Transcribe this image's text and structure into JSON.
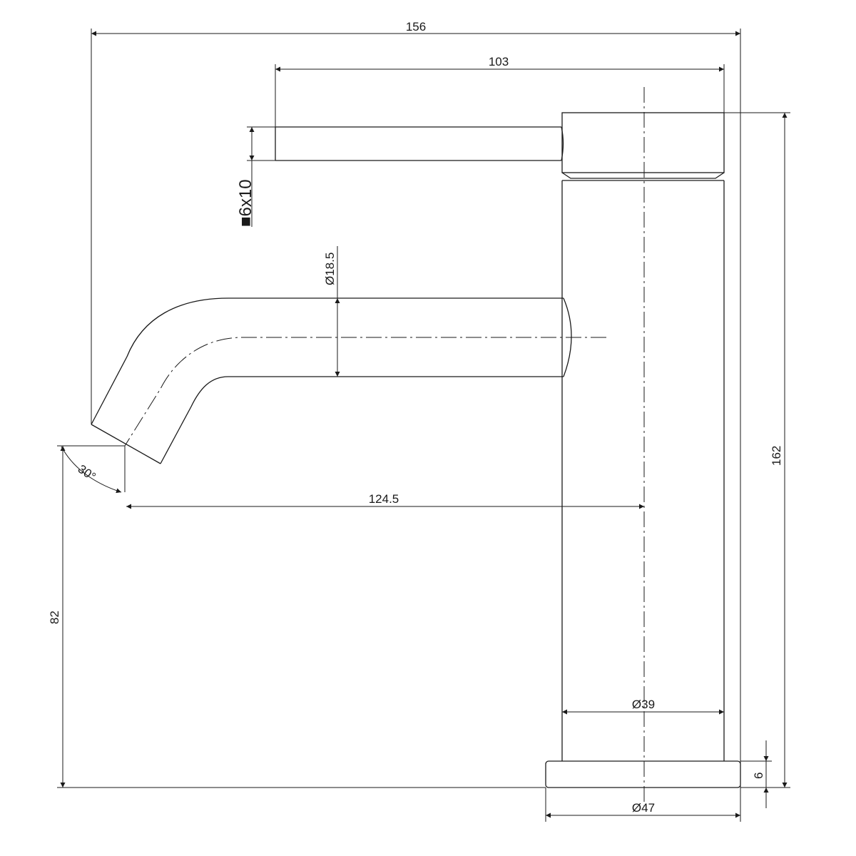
{
  "dimensions": {
    "overall_width": "156",
    "lever_length": "103",
    "lever_section": "■6x10",
    "spout_diameter": "Ø18.5",
    "spout_angle": "30°",
    "spout_reach": "124.5",
    "spout_height": "82",
    "overall_height": "162",
    "body_diameter": "Ø39",
    "base_thickness": "6",
    "base_diameter": "Ø47"
  }
}
